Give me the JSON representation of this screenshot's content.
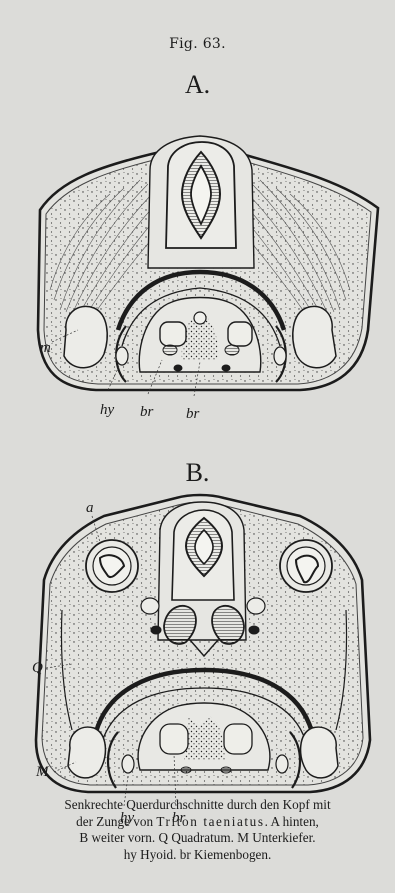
{
  "figure": {
    "number_label": "Fig. 63.",
    "panel_a": "A.",
    "panel_b": "B."
  },
  "labels_a": {
    "m": "m",
    "hy": "hy",
    "br1": "br",
    "br2": "br"
  },
  "labels_b": {
    "a": "a",
    "q": "Q",
    "m": "M",
    "hy": "hy",
    "br": "br"
  },
  "caption": {
    "line1": "Senkrechte Querdurchschnitte durch den Kopf mit",
    "line2_a": "der Zunge von ",
    "line2_genus": "Triton taeniatus",
    "line2_b": ".  A hinten,",
    "line3": "B weiter vorn.  Q Quadratum.  M Unterkiefer.",
    "line4": "hy Hyoid.  br Kiemenbogen."
  }
}
